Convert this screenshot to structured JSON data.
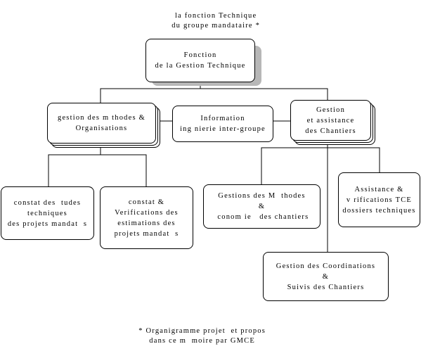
{
  "header": {
    "line1": "la fonction Technique",
    "line2": "du groupe mandataire *"
  },
  "nodes": {
    "top": {
      "line1": "Fonction",
      "line2": "de la Gestion Technique"
    },
    "methodes_org": {
      "line1": "gestion des m thodes &",
      "line2": "Organisations"
    },
    "information": {
      "line1": "Information",
      "line2": "ing nierie inter-groupe"
    },
    "gestion_chantiers": {
      "line1": "Gestion",
      "line2": "et assistance",
      "line3": "des Chantiers"
    },
    "constat_etudes": {
      "line1": "constat des  tudes",
      "line2": "techniques",
      "line3": "des projets mandat  s"
    },
    "constat_verif": {
      "line1": "constat &",
      "line2": "Verifications des",
      "line3": "estimations des",
      "line4": "projets mandat  s"
    },
    "gestion_methodes": {
      "line1": "Gestions des M  thodes",
      "line2": "&",
      "line3": " conom ie   des chantiers"
    },
    "assistance": {
      "line1": "Assistance &",
      "line2": "v rifications TCE",
      "line3": "dossiers techniques"
    },
    "coordinations": {
      "line1": "Gestion des Coordinations",
      "line2": "&",
      "line3": "Suivis des Chantiers"
    }
  },
  "footer": {
    "line1": "* Organigramme projet  et propos",
    "line2": "dans ce m  moire par GMCE"
  }
}
